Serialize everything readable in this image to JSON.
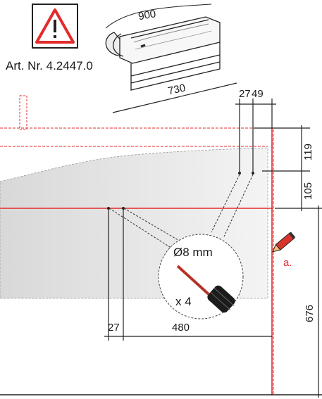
{
  "article": {
    "label": "Art. Nr. 4.2447.0",
    "warning_icon": "warning-triangle-icon"
  },
  "cabinet_dims": {
    "width_top": "900",
    "width_bottom": "730"
  },
  "dimensions": {
    "top_a": "27",
    "top_b": "49",
    "vert_upper": "119",
    "vert_middle": "105",
    "vert_total": "676",
    "bottom_left": "27",
    "bottom_span": "480"
  },
  "drill": {
    "diameter": "Ø8 mm",
    "count": "x 4"
  },
  "step_marker": {
    "label": "a.",
    "icon": "pencil-icon"
  },
  "colors": {
    "red": "#e32b2b",
    "line": "#222222",
    "fill": "#e9e9e9"
  }
}
